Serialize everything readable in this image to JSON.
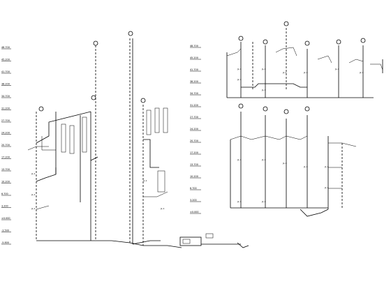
{
  "drawing": {
    "left_levels": [
      "48.700",
      "45.200",
      "41.700",
      "38.200",
      "34.700",
      "31.200",
      "27.700",
      "24.200",
      "20.700",
      "17.200",
      "13.700",
      "10.200",
      "6.700",
      "3.200",
      "±0.000",
      "-3.500",
      "-5.800"
    ],
    "mid_levels": [
      "48.700",
      "45.200",
      "41.700",
      "38.200",
      "34.700",
      "31.200",
      "27.700",
      "24.200",
      "20.700",
      "17.200",
      "13.700",
      "10.200",
      "6.700",
      "3.200",
      "±0.000"
    ],
    "fixture_label": "JL-1",
    "floor_label": "DN50"
  }
}
